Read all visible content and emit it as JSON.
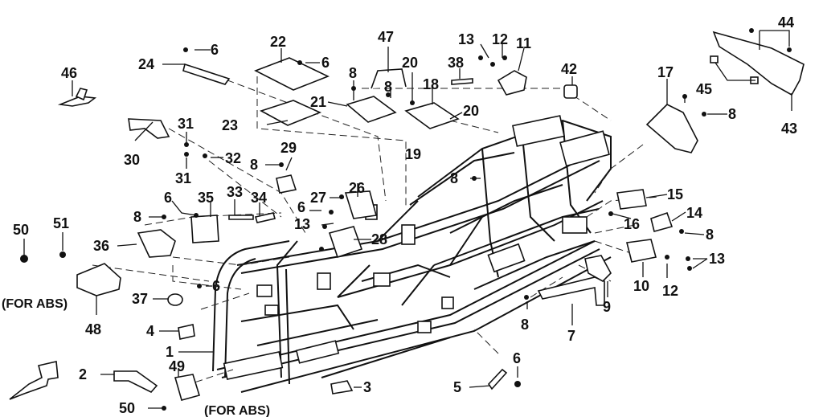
{
  "diagram": {
    "callouts": {
      "c1": "1",
      "c2": "2",
      "c3": "3",
      "c4": "4",
      "c5": "5",
      "c6a": "6",
      "c6b": "6",
      "c6c": "6",
      "c6d": "6",
      "c6e": "6",
      "c6f": "6",
      "c7": "7",
      "c8a": "8",
      "c8b": "8",
      "c8c": "8",
      "c8d": "8",
      "c8e": "8",
      "c8f": "8",
      "c8g": "8",
      "c8h": "8",
      "c9": "9",
      "c10": "10",
      "c11": "11",
      "c12a": "12",
      "c12b": "12",
      "c13a": "13",
      "c13b": "13",
      "c13c": "13",
      "c14": "14",
      "c15": "15",
      "c16": "16",
      "c17": "17",
      "c18": "18",
      "c19": "19",
      "c20a": "20",
      "c20b": "20",
      "c21": "21",
      "c22": "22",
      "c23": "23",
      "c24": "24",
      "c26": "26",
      "c27": "27",
      "c28": "28",
      "c29": "29",
      "c30": "30",
      "c31a": "31",
      "c31b": "31",
      "c32": "32",
      "c33": "33",
      "c34": "34",
      "c35": "35",
      "c36": "36",
      "c37": "37",
      "c38": "38",
      "c42": "42",
      "c43": "43",
      "c44": "44",
      "c45": "45",
      "c46": "46",
      "c47": "47",
      "c48": "48",
      "c49": "49",
      "c50a": "50",
      "c50b": "50",
      "c51": "51"
    },
    "notes": {
      "abs_left": "(FOR ABS)",
      "abs_bottom": "(FOR ABS)"
    }
  }
}
